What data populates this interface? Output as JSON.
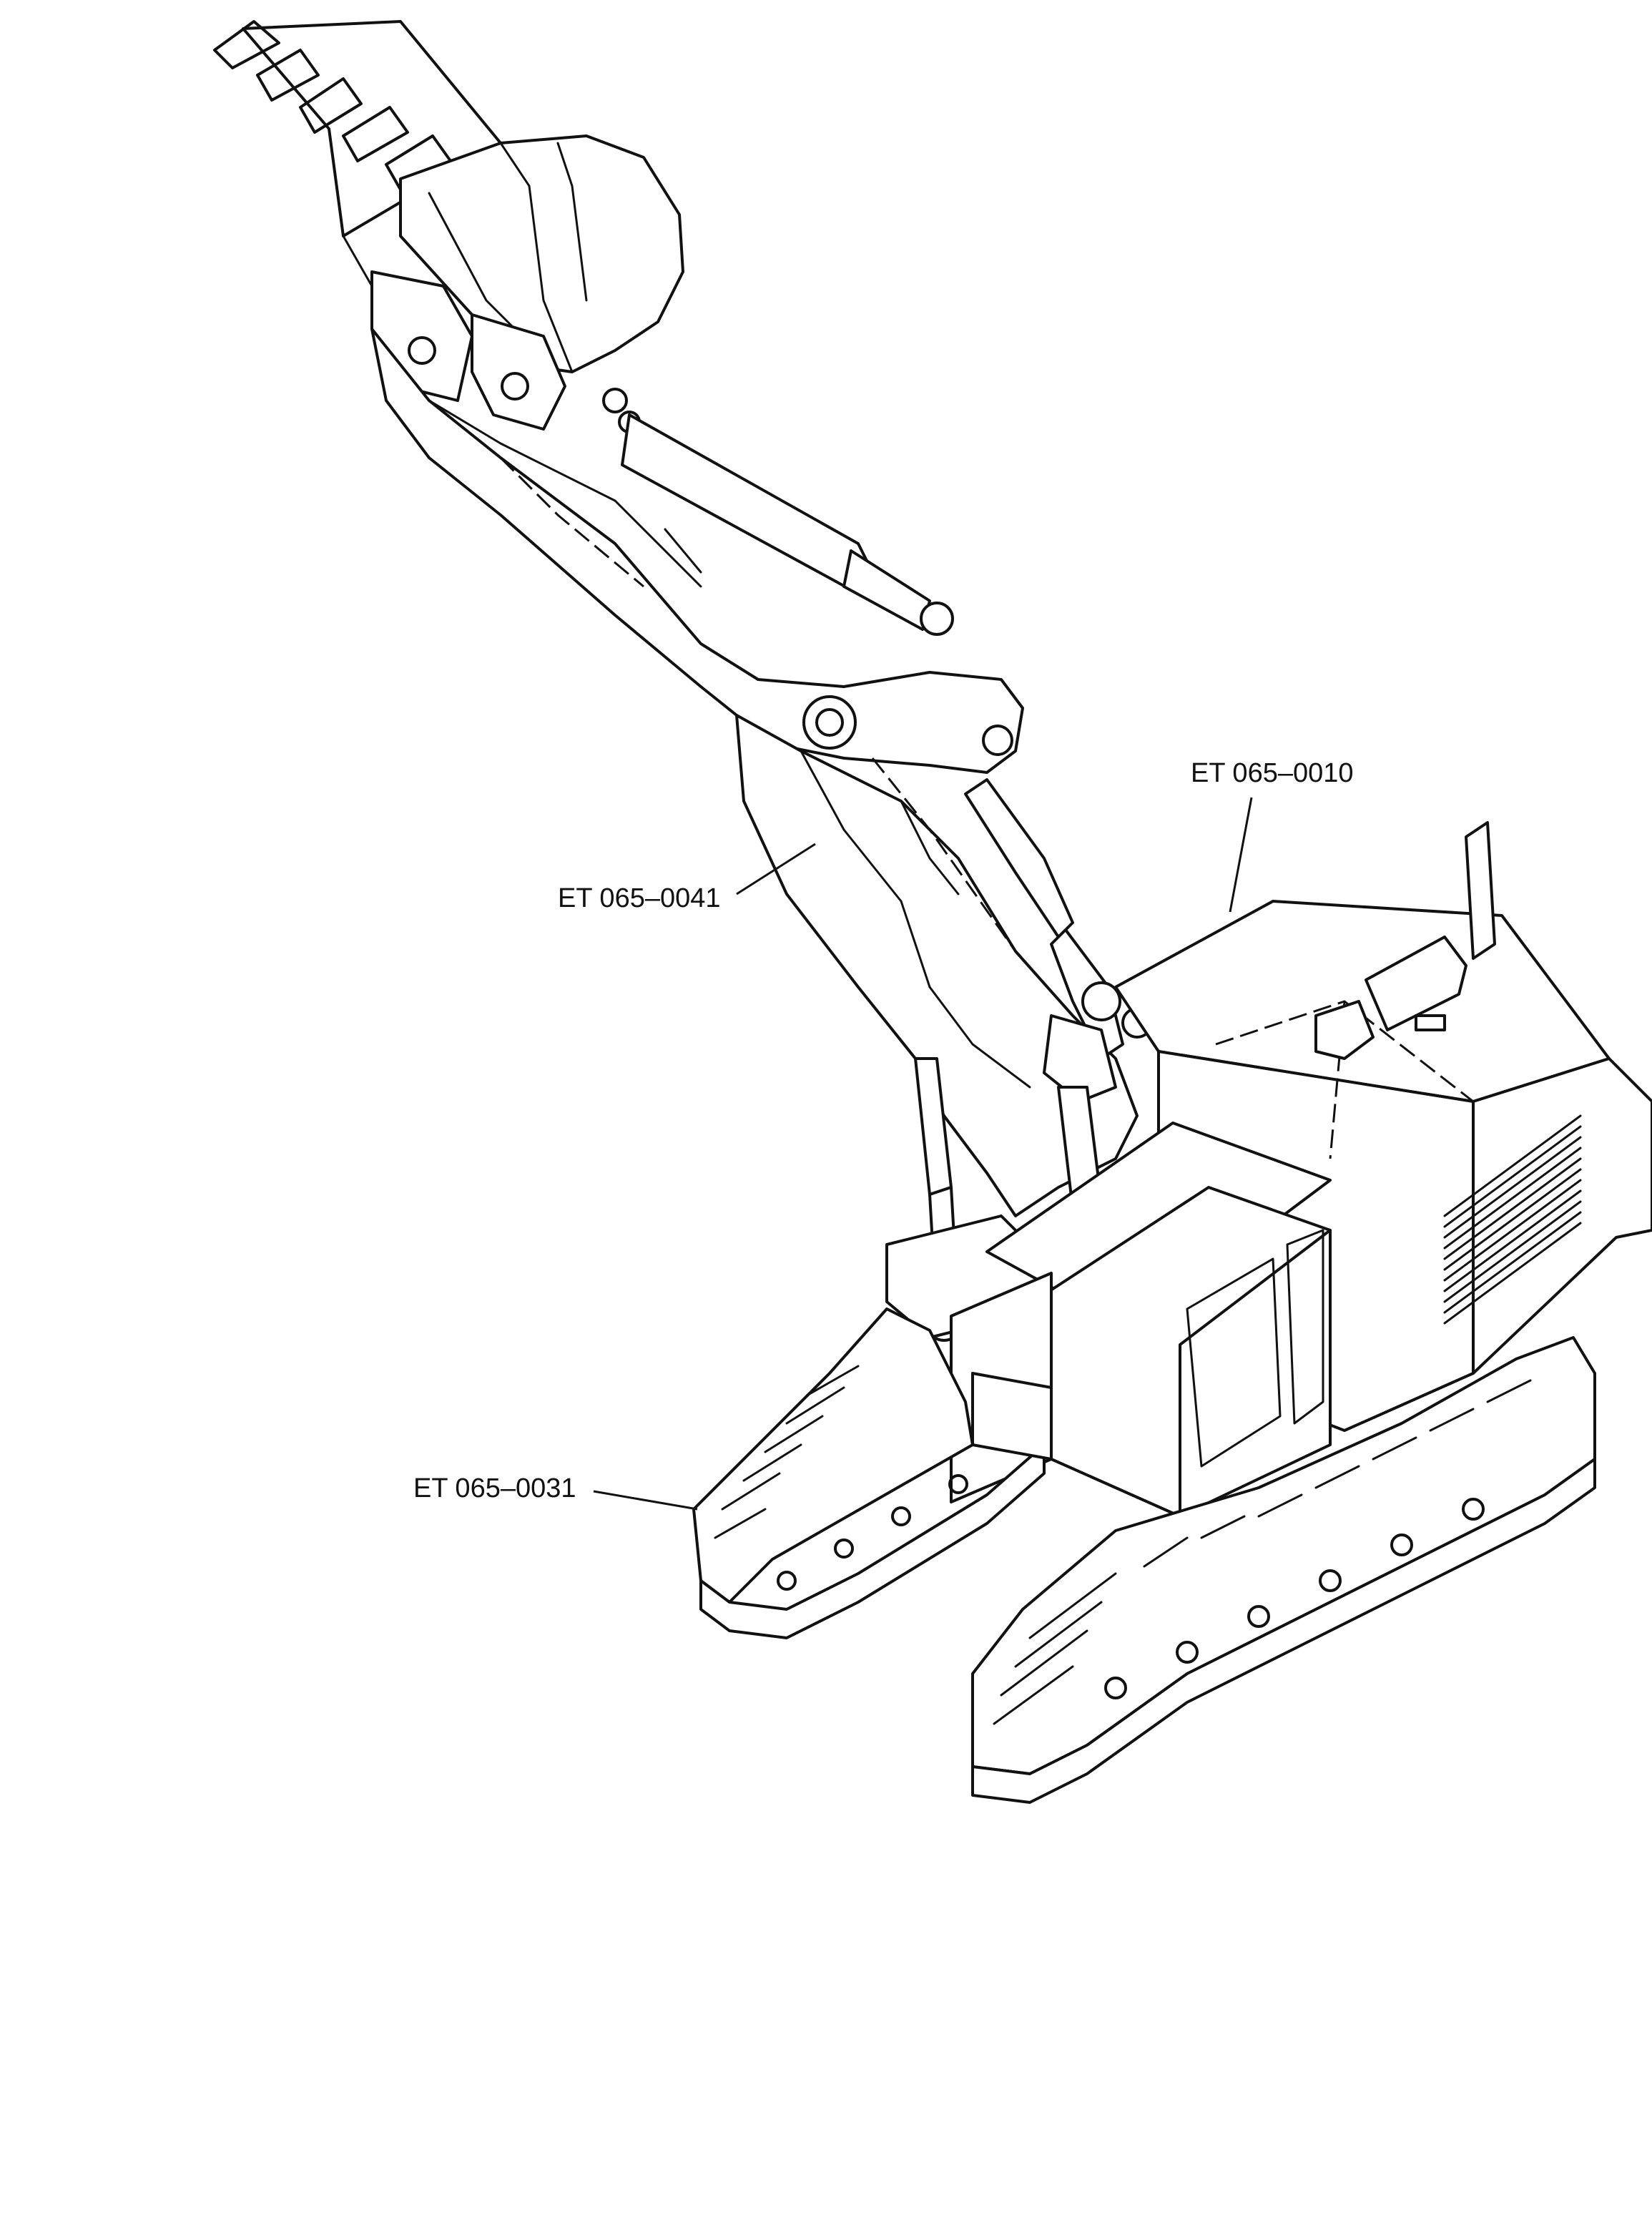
{
  "callouts": [
    {
      "id": "upper",
      "label": "ET 065–0010"
    },
    {
      "id": "attachment",
      "label": "ET 065–0041"
    },
    {
      "id": "undercarriage",
      "label": "ET 065–0031"
    }
  ]
}
